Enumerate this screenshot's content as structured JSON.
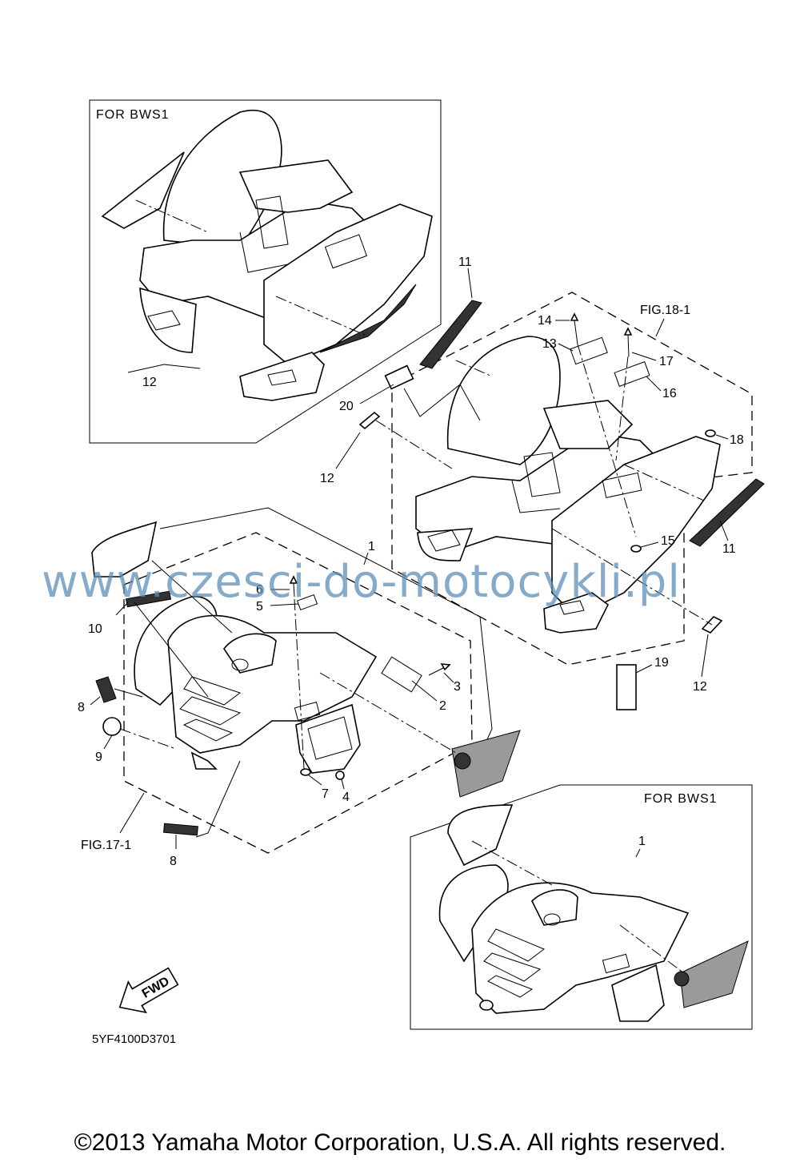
{
  "box_titles": {
    "top_left": "FOR  BWS1",
    "bottom_right": "FOR  BWS1"
  },
  "figure_refs": {
    "rear": "FIG.18-1",
    "front": "FIG.17-1"
  },
  "part_labels": {
    "p1a": "1",
    "p1b": "1",
    "p2": "2",
    "p3": "3",
    "p4": "4",
    "p5": "5",
    "p6": "6",
    "p7": "7",
    "p8a": "8",
    "p8b": "8",
    "p9": "9",
    "p10": "10",
    "p11a": "11",
    "p11b": "11",
    "p12a": "12",
    "p12b": "12",
    "p12c": "12",
    "p13": "13",
    "p14": "14",
    "p15": "15",
    "p16": "16",
    "p17": "17",
    "p18": "18",
    "p19": "19",
    "p20": "20"
  },
  "fwd_arrow": "FWD",
  "drawing_code": "5YF4100D3701",
  "watermark": "www.czesci-do-motocykli.pl",
  "copyright": "©2013 Yamaha Motor Corporation, U.S.A. All rights reserved."
}
